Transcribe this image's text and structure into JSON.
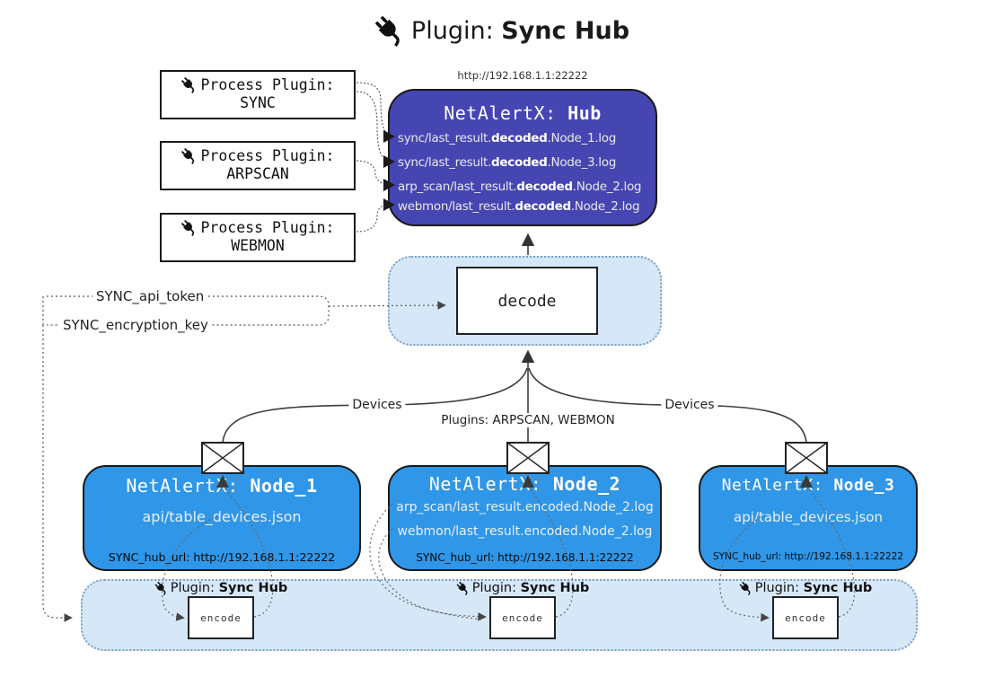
{
  "title": {
    "label": "Plugin: ",
    "label_bold": "Sync Hub"
  },
  "hub": {
    "url": "http://192.168.1.1:22222",
    "title": "NetAlertX: ",
    "title_bold": "Hub",
    "rows": [
      {
        "pre": "sync/last_result.",
        "bold": "decoded",
        "post": ".Node_1.log"
      },
      {
        "pre": "sync/last_result.",
        "bold": "decoded",
        "post": ".Node_3.log"
      },
      {
        "pre": "arp_scan/last_result.",
        "bold": "decoded",
        "post": ".Node_2.log"
      },
      {
        "pre": "webmon/last_result.",
        "bold": "decoded",
        "post": ".Node_2.log"
      }
    ]
  },
  "process_plugins": [
    {
      "label": "Process Plugin:",
      "name": "SYNC"
    },
    {
      "label": "Process Plugin:",
      "name": "ARPSCAN"
    },
    {
      "label": "Process Plugin:",
      "name": "WEBMON"
    }
  ],
  "config": {
    "api_token": "SYNC_api_token",
    "encryption_key": "SYNC_encryption_key"
  },
  "decode_label": "decode",
  "edge_labels": {
    "left": "Devices",
    "center": "Plugins: ARPSCAN, WEBMON",
    "right": "Devices"
  },
  "nodes": [
    {
      "title": "NetAlertX: ",
      "title_bold": "Node_1",
      "lines": [
        "api/table_devices.json"
      ],
      "footer": "SYNC_hub_url: http://192.168.1.1:22222"
    },
    {
      "title": "NetAlertX: ",
      "title_bold": "Node_2",
      "lines": [
        "arp_scan/last_result.encoded.Node_2.log",
        "webmon/last_result.encoded.Node_2.log"
      ],
      "footer": "SYNC_hub_url: http://192.168.1.1:22222"
    },
    {
      "title": "NetAlertX: ",
      "title_bold": "Node_3",
      "lines": [
        "api/table_devices.json"
      ],
      "footer": "SYNC_hub_url: http://192.168.1.1:22222"
    }
  ],
  "encode_sections": [
    {
      "label": "Plugin: ",
      "label_bold": "Sync Hub",
      "box_label": "encode"
    },
    {
      "label": "Plugin: ",
      "label_bold": "Sync Hub",
      "box_label": "encode"
    },
    {
      "label": "Plugin: ",
      "label_bold": "Sync Hub",
      "box_label": "encode"
    }
  ],
  "colors": {
    "hub_fill": "#4646b3",
    "node_fill": "#2f96e8",
    "panel_fill": "#d6e8f8",
    "line_dark": "#3f3f3f",
    "line_dotted": "#555555"
  }
}
